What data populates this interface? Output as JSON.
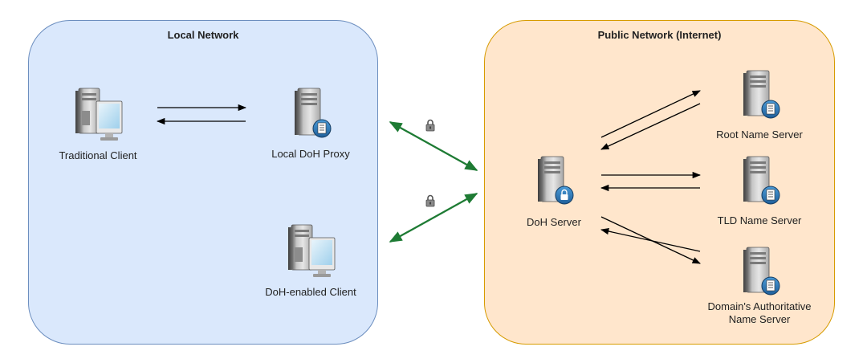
{
  "regions": {
    "local": {
      "title": "Local Network"
    },
    "public": {
      "title": "Public Network (Internet)"
    }
  },
  "nodes": {
    "traditional_client": {
      "label": "Traditional Client",
      "icon": "workstation-icon"
    },
    "local_doh_proxy": {
      "label": "Local DoH Proxy",
      "icon": "proxy-server-icon"
    },
    "doh_enabled_client": {
      "label": "DoH-enabled Client",
      "icon": "workstation-icon"
    },
    "doh_server": {
      "label": "DoH Server",
      "icon": "secure-server-icon"
    },
    "root_name_server": {
      "label": "Root Name Server",
      "icon": "name-server-icon"
    },
    "tld_name_server": {
      "label": "TLD Name Server",
      "icon": "name-server-icon"
    },
    "authoritative_name_server": {
      "label": "Domain's Authoritative Name Server",
      "icon": "name-server-icon"
    }
  },
  "colors": {
    "local_fill": "#dae8fc",
    "local_border": "#6c8ebf",
    "public_fill": "#ffe6cc",
    "public_border": "#d79b00",
    "secure_link": "#1e7b34",
    "plain_link": "#000000"
  },
  "edges": [
    {
      "from": "traditional_client",
      "to": "local_doh_proxy",
      "style": "plain",
      "direction": "two-way"
    },
    {
      "from": "local_doh_proxy",
      "to": "doh_server",
      "style": "encrypted",
      "direction": "bidirectional",
      "icon": "lock-icon"
    },
    {
      "from": "doh_enabled_client",
      "to": "doh_server",
      "style": "encrypted",
      "direction": "bidirectional",
      "icon": "lock-icon"
    },
    {
      "from": "doh_server",
      "to": "root_name_server",
      "style": "plain",
      "direction": "two-way"
    },
    {
      "from": "doh_server",
      "to": "tld_name_server",
      "style": "plain",
      "direction": "two-way"
    },
    {
      "from": "doh_server",
      "to": "authoritative_name_server",
      "style": "plain",
      "direction": "two-way"
    }
  ]
}
